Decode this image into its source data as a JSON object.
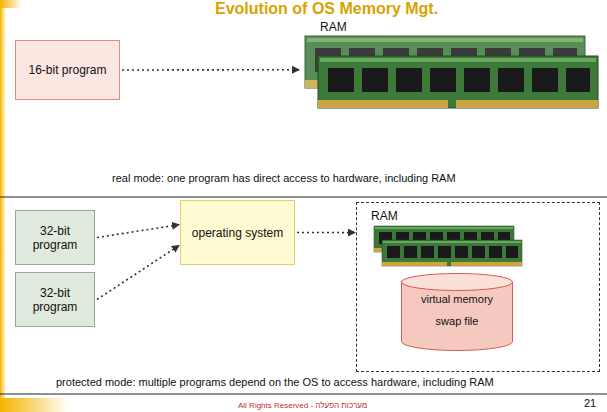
{
  "diagram": {
    "title": "Evolution of OS Memory Mgt.",
    "nodes": [
      {
        "text": [
          "16-bit program"
        ]
      },
      {
        "text": [
          "RAM"
        ]
      },
      {
        "text": [
          "32-bit program"
        ]
      },
      {
        "text": [
          "32-bit program"
        ]
      },
      {
        "text": [
          "operating system"
        ]
      },
      {
        "text": [
          "RAM"
        ]
      },
      {
        "text": [
          "virtual memory",
          "swap file"
        ],
        "in": 5
      }
    ],
    "edges": [
      {
        "from": 0,
        "to": 1,
        "arrow": "to"
      },
      {
        "from": 2,
        "to": 4,
        "arrow": "to"
      },
      {
        "from": 3,
        "to": 4,
        "arrow": "to"
      },
      {
        "from": 4,
        "to": 5,
        "arrow": "to"
      }
    ],
    "labels": [
      "real mode: one program has direct access to hardware, including RAM",
      "protected mode: multiple programs depend on the OS to access hardware, including RAM",
      "All Rights Reserved - מערכות הפעלה",
      "21"
    ]
  }
}
